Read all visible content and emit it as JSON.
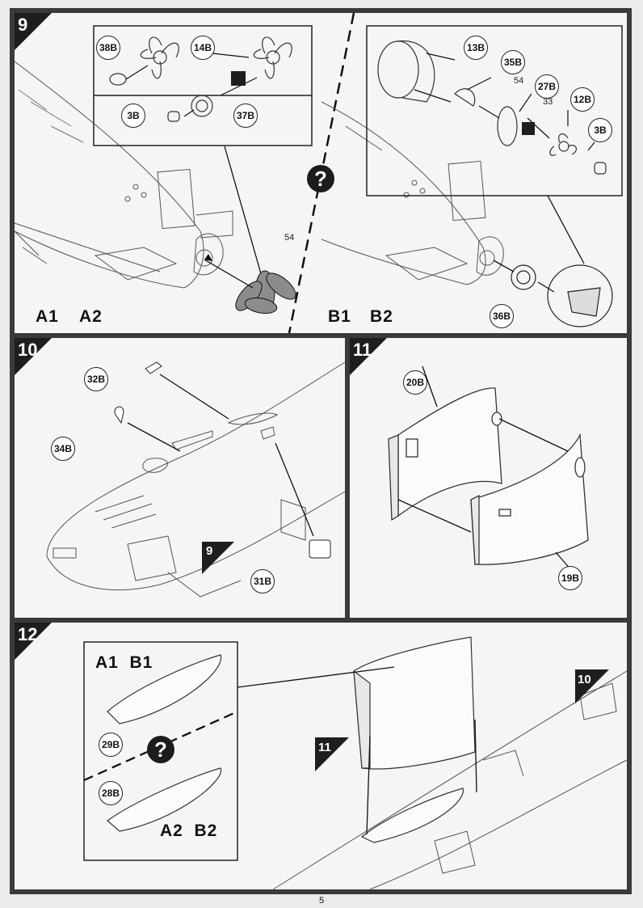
{
  "page": {
    "number": "5"
  },
  "step9": {
    "number": "9",
    "variants_left": [
      "A1",
      "A2"
    ],
    "variants_right": [
      "B1",
      "B2"
    ],
    "left_parts": [
      "38B",
      "14B",
      "3B",
      "37B"
    ],
    "left_part_plain": "54",
    "right_parts": [
      "13B",
      "35B",
      "27B",
      "12B",
      "3B",
      "36B"
    ],
    "right_plain": [
      "54",
      "33"
    ],
    "question_mark": "?"
  },
  "step10": {
    "number": "10",
    "parts": [
      "32B",
      "34B",
      "31B"
    ],
    "reference": "9"
  },
  "step11": {
    "number": "11",
    "parts": [
      "20B",
      "19B"
    ]
  },
  "step12": {
    "number": "12",
    "option_top": {
      "variants": "A1  B1",
      "part": "29B"
    },
    "option_bottom": {
      "variants": "A2  B2",
      "part": "28B"
    },
    "question_mark": "?",
    "ref_11": "11",
    "ref_10": "10"
  },
  "colors": {
    "ink": "#1e1e1e",
    "paper": "#f5f5f5",
    "propeller": "#8c8c8c"
  }
}
